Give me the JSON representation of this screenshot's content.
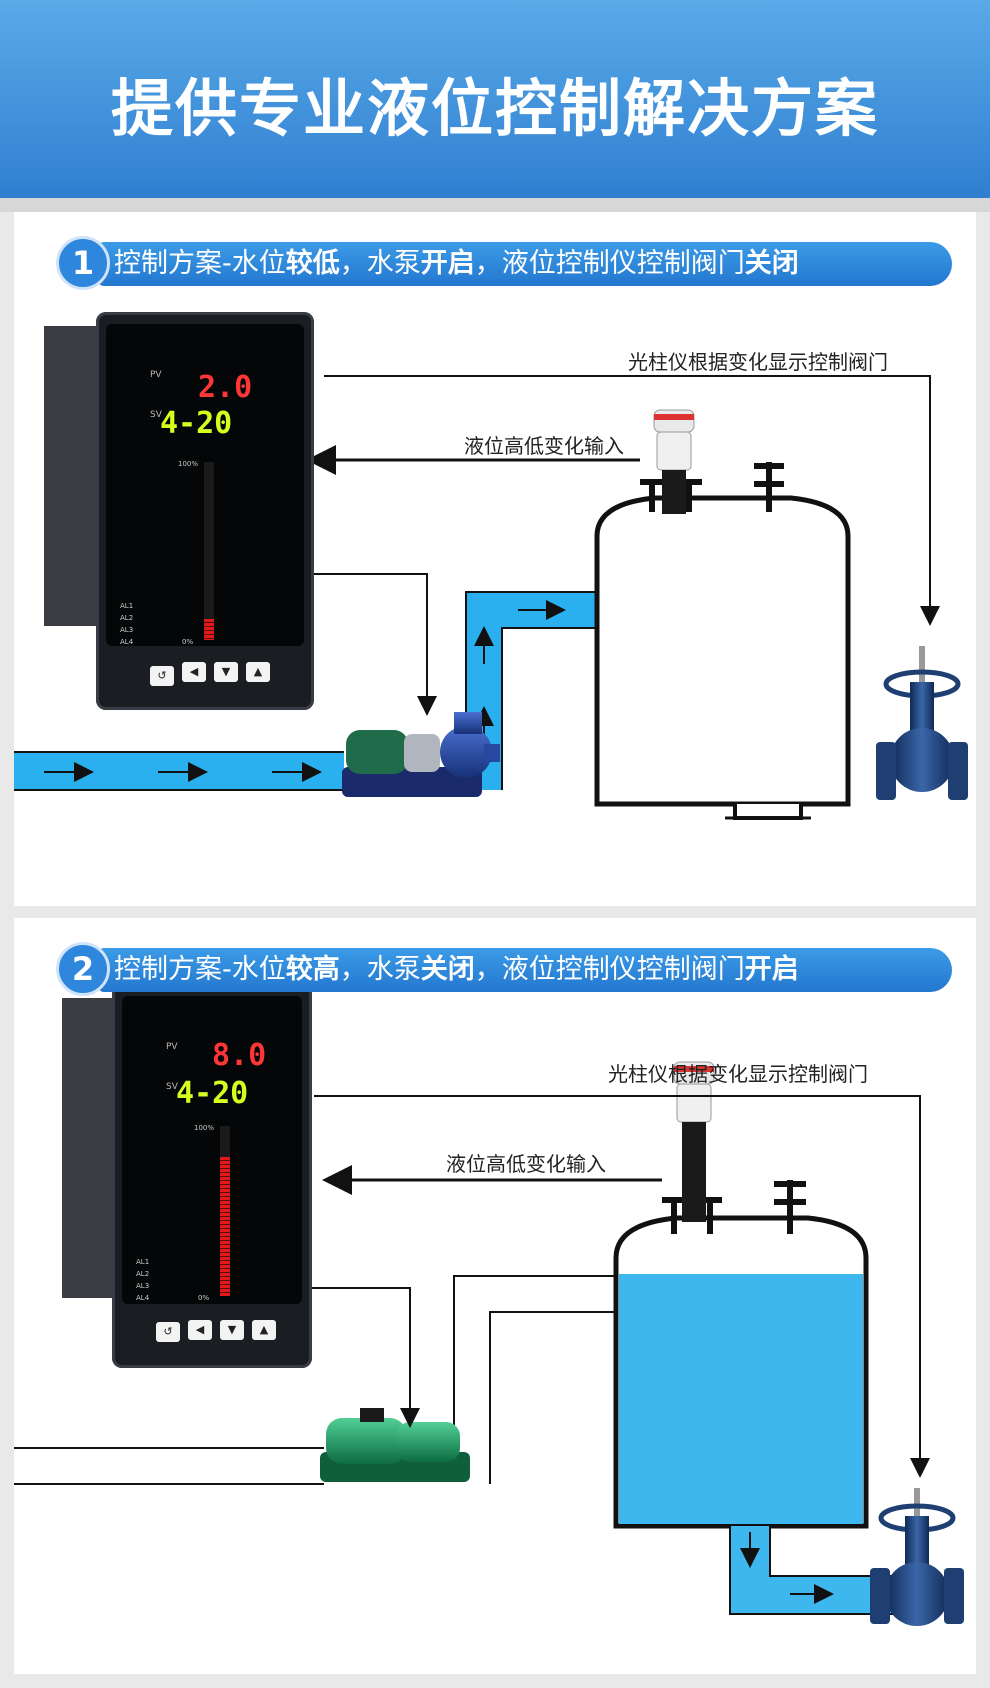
{
  "header": {
    "title": "提供专业液位控制解决方案"
  },
  "scheme1": {
    "number": "1",
    "title_parts": [
      "控制方案-水位",
      "较低",
      "，水泵",
      "开启",
      "，液位控制仪控制阀门",
      "关闭"
    ],
    "label_top": "光柱仪根据变化显示控制阀门",
    "label_input": "液位高低变化输入",
    "meter": {
      "pv_label": "PV",
      "pv_value": "2.0",
      "sv_label": "SV",
      "sv_value": "4-20",
      "scale_top": "100%",
      "scale_bottom": "0%",
      "level": 0.12
    },
    "alarms": [
      "AL1",
      "AL2",
      "AL3",
      "AL4"
    ],
    "buttons": [
      "↺",
      "◀",
      "▼",
      "▲"
    ]
  },
  "scheme2": {
    "number": "2",
    "title_parts": [
      "控制方案-水位",
      "较高",
      "，水泵",
      "关闭",
      "，液位控制仪控制阀门",
      "开启"
    ],
    "label_top": "光柱仪根据变化显示控制阀门",
    "label_input": "液位高低变化输入",
    "meter": {
      "pv_label": "PV",
      "pv_value": "8.0",
      "sv_label": "SV",
      "sv_value": "4-20",
      "scale_top": "100%",
      "scale_bottom": "0%",
      "level": 0.82
    },
    "alarms": [
      "AL1",
      "AL2",
      "AL3",
      "AL4"
    ],
    "buttons": [
      "↺",
      "◀",
      "▼",
      "▲"
    ]
  },
  "colors": {
    "header": "#2f7fd1",
    "pipe": "#2ab0ef",
    "water": "#3eb7ef",
    "bar_red": "#e0191b",
    "valve": "#1f3f73",
    "pump1": "#1e3f9a",
    "pump2": "#1b9a63"
  }
}
